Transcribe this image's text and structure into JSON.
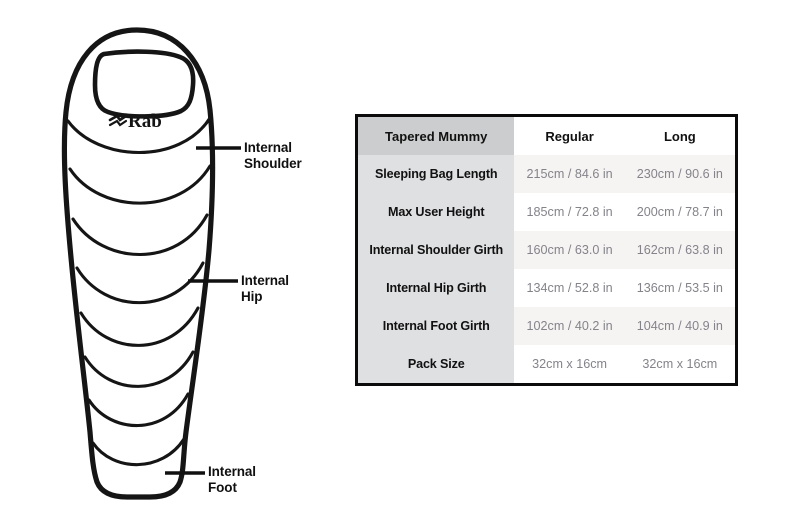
{
  "diagram": {
    "brand_logo": "Rab",
    "brand_logo_icon": "rab-mountain-mark-icon",
    "annotations": [
      {
        "id": "shoulder",
        "label": "Internal\nShoulder",
        "name": "annotation-internal-shoulder"
      },
      {
        "id": "hip",
        "label": "Internal\nHip",
        "name": "annotation-internal-hip"
      },
      {
        "id": "foot",
        "label": "Internal\nFoot",
        "name": "annotation-internal-foot"
      }
    ]
  },
  "table": {
    "columns": [
      "Tapered Mummy",
      "Regular",
      "Long"
    ],
    "rows": [
      {
        "label": "Sleeping Bag Length",
        "regular": "215cm / 84.6 in",
        "long": "230cm / 90.6 in"
      },
      {
        "label": "Max User Height",
        "regular": "185cm / 72.8 in",
        "long": "200cm / 78.7 in"
      },
      {
        "label": "Internal Shoulder Girth",
        "regular": "160cm / 63.0 in",
        "long": "162cm / 63.8 in"
      },
      {
        "label": "Internal Hip Girth",
        "regular": "134cm / 52.8 in",
        "long": "136cm / 53.5 in"
      },
      {
        "label": "Internal Foot Girth",
        "regular": "102cm / 40.2 in",
        "long": "104cm / 40.9 in"
      },
      {
        "label": "Pack Size",
        "regular": "32cm x 16cm",
        "long": "32cm x 16cm"
      }
    ]
  },
  "colors": {
    "background": "#ffffff",
    "table_border": "#0b0b0b",
    "header_label_bg": "#cccdce",
    "row_label_bg": "#dfe0e2",
    "row_tint_bg": "#f6f4f3",
    "value_text": "#84838a",
    "label_text": "#111111",
    "diagram_ink": "#151515"
  }
}
